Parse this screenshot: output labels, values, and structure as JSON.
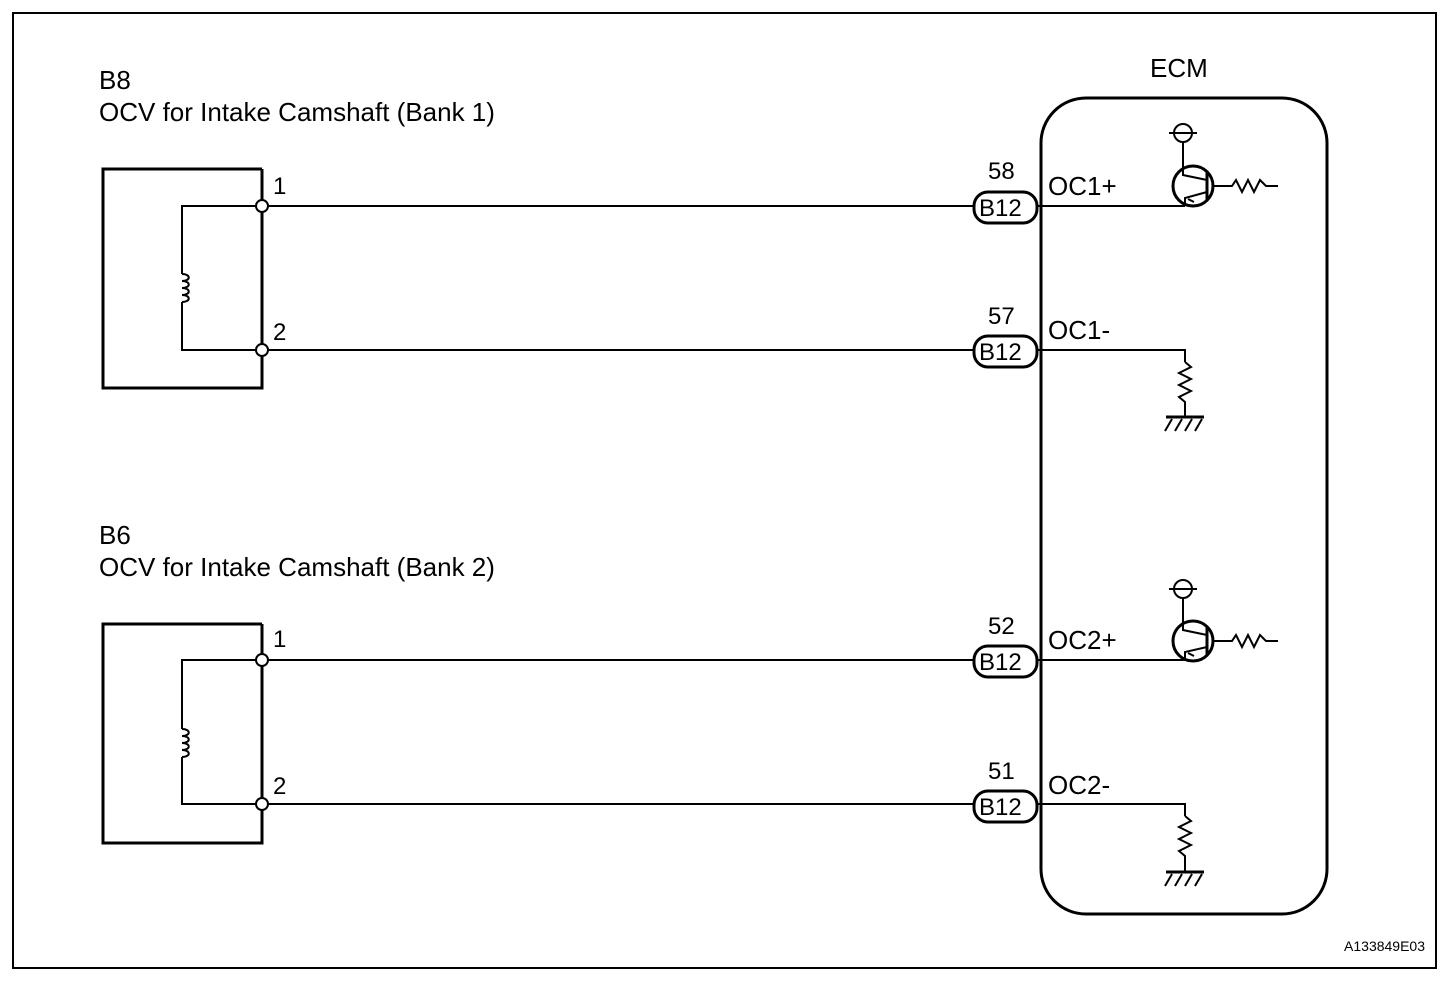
{
  "ecm": {
    "title": "ECM"
  },
  "components": [
    {
      "code": "B8",
      "name": "OCV for Intake Camshaft (Bank 1)",
      "pin1": "1",
      "pin2": "2"
    },
    {
      "code": "B6",
      "name": "OCV for Intake Camshaft (Bank 2)",
      "pin1": "1",
      "pin2": "2"
    }
  ],
  "connectors": [
    {
      "pin": "58",
      "connector": "B12",
      "terminal": "OC1+"
    },
    {
      "pin": "57",
      "connector": "B12",
      "terminal": "OC1-"
    },
    {
      "pin": "52",
      "connector": "B12",
      "terminal": "OC2+"
    },
    {
      "pin": "51",
      "connector": "B12",
      "terminal": "OC2-"
    }
  ],
  "reference_code": "A133849E03",
  "icons": [
    "coil-icon",
    "transistor-icon",
    "resistor-icon",
    "ground-icon",
    "power-supply-icon"
  ]
}
